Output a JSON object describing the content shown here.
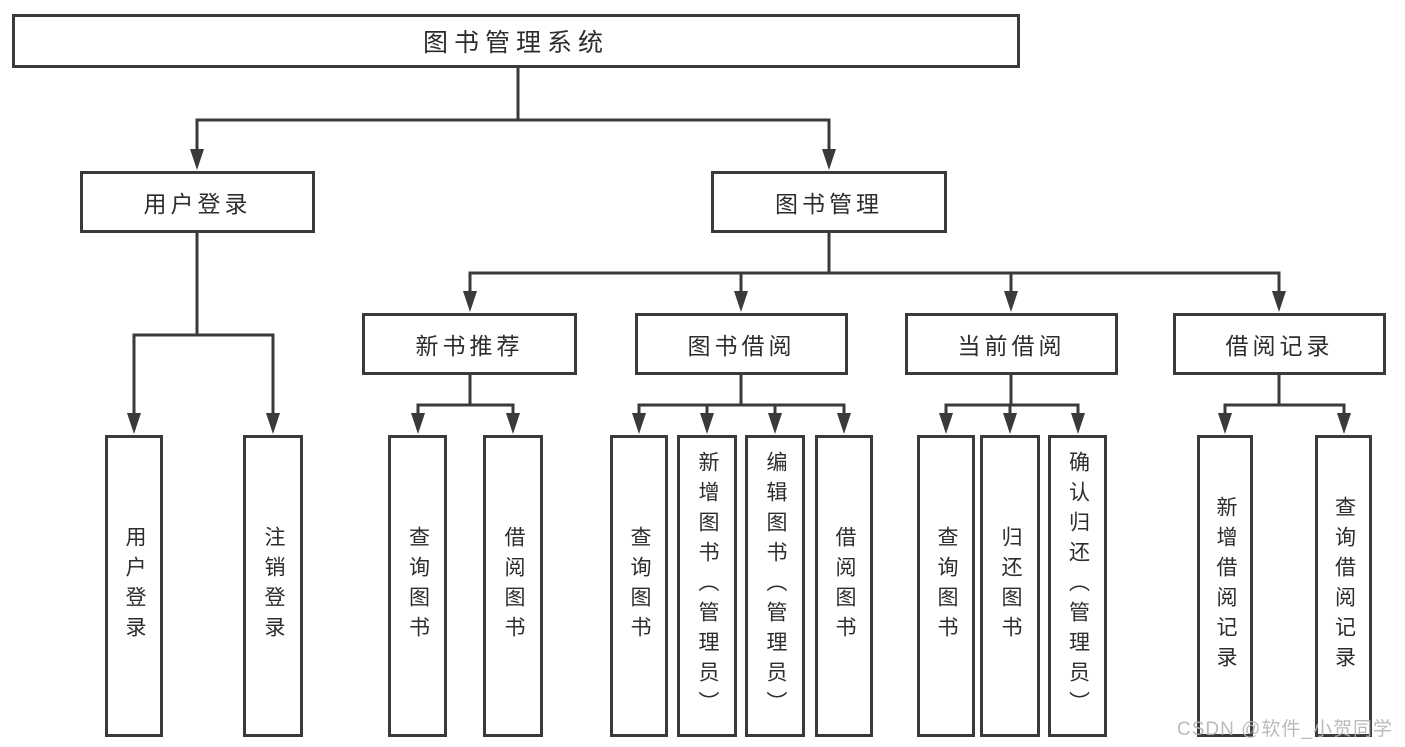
{
  "tree": {
    "root": {
      "label": "图书管理系统"
    },
    "level2": [
      {
        "label": "用户登录",
        "children": [
          "用户登录",
          "注销登录"
        ]
      },
      {
        "label": "图书管理",
        "groups": [
          {
            "label": "新书推荐",
            "children": [
              "查询图书",
              "借阅图书"
            ]
          },
          {
            "label": "图书借阅",
            "children": [
              "查询图书",
              "新增图书（管理员）",
              "编辑图书（管理员）",
              "借阅图书"
            ]
          },
          {
            "label": "当前借阅",
            "children": [
              "查询图书",
              "归还图书",
              "确认归还（管理员）"
            ]
          },
          {
            "label": "借阅记录",
            "children": [
              "新增借阅记录",
              "查询借阅记录"
            ]
          }
        ]
      }
    ]
  },
  "watermark": {
    "text": "CSDN @软件_小贺同学"
  },
  "colors": {
    "line": "#3a3a3a",
    "box_border": "#3a3a3a",
    "text": "#2d2d2d",
    "watermark": "#b4b4b4",
    "background": "#ffffff"
  }
}
